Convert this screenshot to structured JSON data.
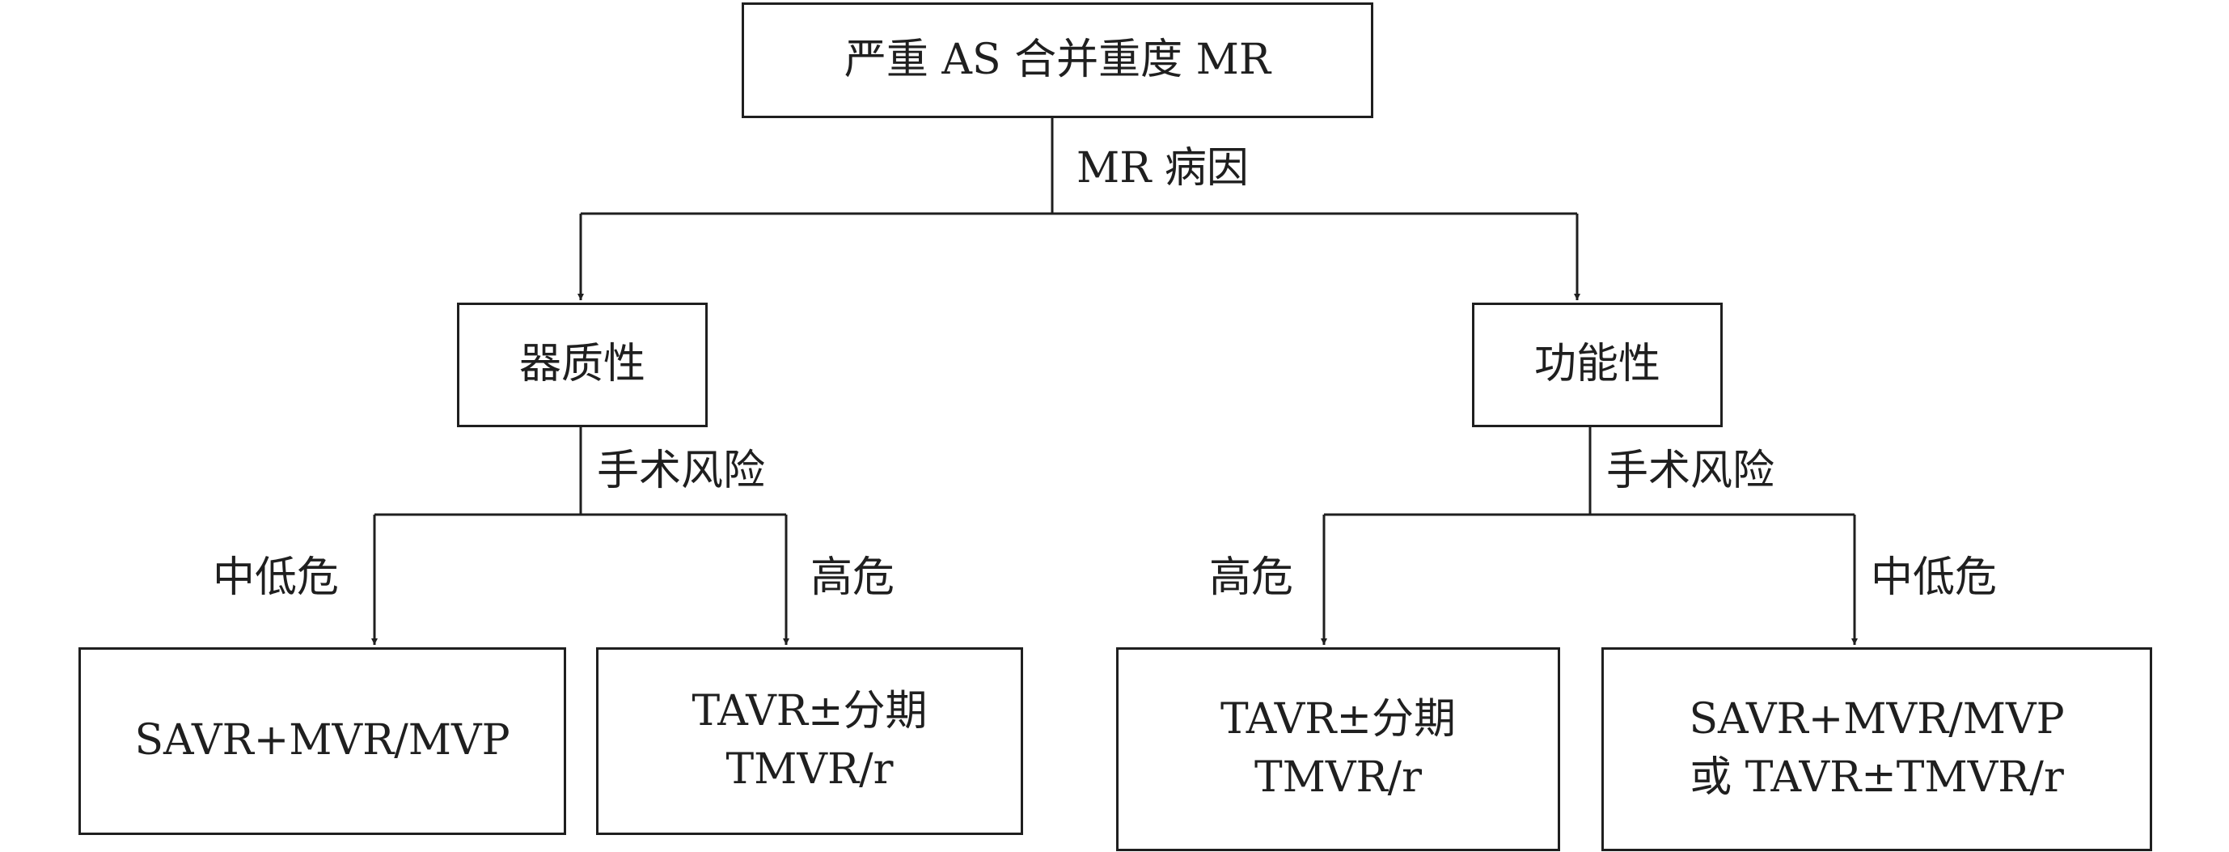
{
  "diagram": {
    "nodes": {
      "root": "严重 AS 合并重度 MR",
      "organic": "器质性",
      "functional": "功能性",
      "organic_low": [
        "SAVR+MVR/MVP"
      ],
      "organic_high": [
        "TAVR±分期",
        "TMVR/r"
      ],
      "functional_high": [
        "TAVR±分期",
        "TMVR/r"
      ],
      "functional_low": [
        "SAVR+MVR/MVP",
        "或 TAVR±TMVR/r"
      ]
    },
    "edge_labels": {
      "etiology": "MR 病因",
      "organic_risk": "手术风险",
      "functional_risk": "手术风险",
      "organic_low": "中低危",
      "organic_high": "高危",
      "functional_high": "高危",
      "functional_low": "中低危"
    },
    "colors": {
      "line": "#1f1f1f",
      "text": "#1f1f1f",
      "background": "#ffffff"
    }
  }
}
